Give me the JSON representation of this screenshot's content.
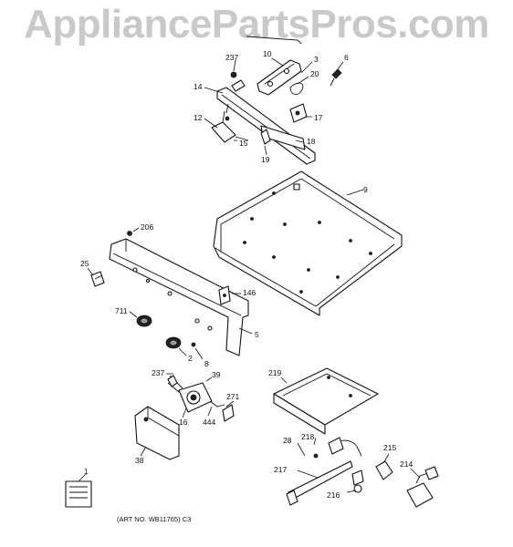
{
  "watermark": "AppliancePartsPros.com",
  "caption": "(ART NO. WB11765) C3",
  "callouts": [
    {
      "id": "237a",
      "text": "237"
    },
    {
      "id": "10",
      "text": "10"
    },
    {
      "id": "3",
      "text": "3"
    },
    {
      "id": "6",
      "text": "6"
    },
    {
      "id": "20",
      "text": "20"
    },
    {
      "id": "14",
      "text": "14"
    },
    {
      "id": "17",
      "text": "17"
    },
    {
      "id": "12",
      "text": "12"
    },
    {
      "id": "15",
      "text": "15"
    },
    {
      "id": "18",
      "text": "18"
    },
    {
      "id": "19",
      "text": "19"
    },
    {
      "id": "9",
      "text": "9"
    },
    {
      "id": "206",
      "text": "206"
    },
    {
      "id": "25",
      "text": "25"
    },
    {
      "id": "146",
      "text": "146"
    },
    {
      "id": "711",
      "text": "711"
    },
    {
      "id": "5",
      "text": "5"
    },
    {
      "id": "2",
      "text": "2"
    },
    {
      "id": "8",
      "text": "8"
    },
    {
      "id": "237b",
      "text": "237"
    },
    {
      "id": "39",
      "text": "39"
    },
    {
      "id": "271",
      "text": "271"
    },
    {
      "id": "16",
      "text": "16"
    },
    {
      "id": "444",
      "text": "444"
    },
    {
      "id": "38",
      "text": "38"
    },
    {
      "id": "219",
      "text": "219"
    },
    {
      "id": "218",
      "text": "218"
    },
    {
      "id": "28",
      "text": "28"
    },
    {
      "id": "215",
      "text": "215"
    },
    {
      "id": "217",
      "text": "217"
    },
    {
      "id": "214",
      "text": "214"
    },
    {
      "id": "216",
      "text": "216"
    },
    {
      "id": "1",
      "text": "1"
    }
  ]
}
